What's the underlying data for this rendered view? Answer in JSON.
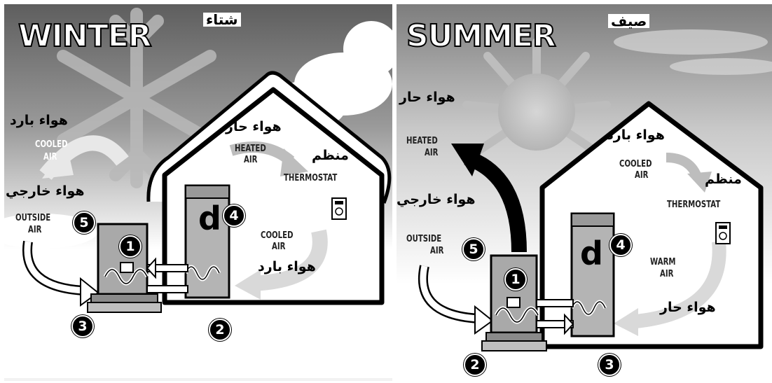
{
  "winter": {
    "title": "WINTER",
    "arabic_title": "شتاء",
    "cooled_air_out": {
      "en_line1": "COOLED",
      "en_line2": "AIR",
      "ar": "هواء بارد"
    },
    "outside_air": {
      "en_line1": "OUTSIDE",
      "en_line2": "AIR",
      "ar": "هواء خارجي"
    },
    "heated_air": {
      "en_line1": "HEATED",
      "en_line2": "AIR",
      "ar": "هواء حار"
    },
    "thermostat": {
      "en": "THERMOSTAT",
      "ar": "منظم"
    },
    "cooled_air_in": {
      "en_line1": "COOLED",
      "en_line2": "AIR",
      "ar": "هواء بارد"
    },
    "numbers": [
      "1",
      "2",
      "3",
      "4",
      "5"
    ]
  },
  "summer": {
    "title": "SUMMER",
    "arabic_title": "صيف",
    "heated_air_out": {
      "en_line1": "HEATED",
      "en_line2": "AIR",
      "ar": "هواء حار"
    },
    "outside_air": {
      "en_line1": "OUTSIDE",
      "en_line2": "AIR",
      "ar": "هواء خارجي"
    },
    "cooled_air": {
      "en_line1": "COOLED",
      "en_line2": "AIR",
      "ar": "هواء بارد"
    },
    "thermostat": {
      "en": "THERMOSTAT",
      "ar": "منظم"
    },
    "warm_air": {
      "en_line1": "WARM",
      "en_line2": "AIR",
      "ar": "هواء حار"
    },
    "numbers": [
      "1",
      "2",
      "3",
      "4",
      "5"
    ]
  }
}
